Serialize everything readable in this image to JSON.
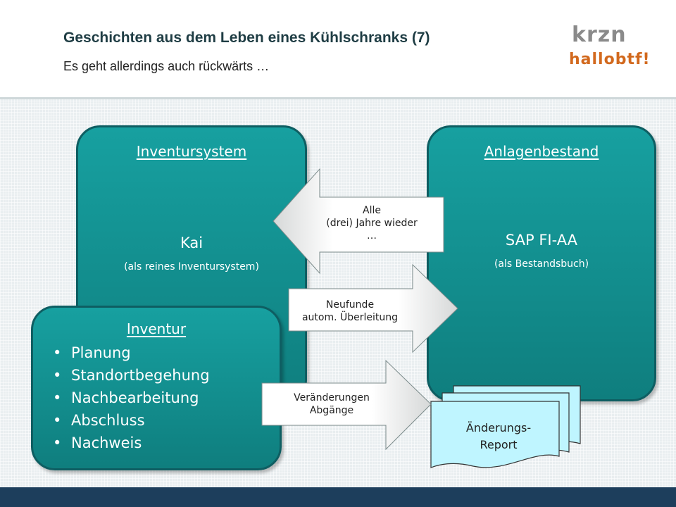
{
  "header": {
    "title": "Geschichten aus dem Leben eines Kühlschranks (7)",
    "subtitle": "Es geht allerdings auch rückwärts …",
    "logo_top": "krzn",
    "logo_bottom": "hallobtf!"
  },
  "boxes": {
    "inventursystem": {
      "title": "Inventursystem",
      "main": "Kai",
      "note": "(als reines Inventursystem)"
    },
    "anlagenbestand": {
      "title": "Anlagenbestand",
      "main": "SAP FI-AA",
      "note": "(als Bestandsbuch)"
    },
    "inventur": {
      "title": "Inventur",
      "items": [
        "Planung",
        "Standortbegehung",
        "Nachbearbeitung",
        "Abschluss",
        "Nachweis"
      ]
    }
  },
  "arrows": {
    "back": {
      "line1": "Alle",
      "line2": "(drei) Jahre wieder",
      "line3": "…"
    },
    "neufunde": {
      "line1": "Neufunde",
      "line2": "autom. Überleitung"
    },
    "veraenderungen": {
      "line1": "Veränderungen",
      "line2": "Abgänge"
    }
  },
  "report": {
    "line1": "Änderungs-",
    "line2": "Report"
  },
  "colors": {
    "box_fill": "#128c8c",
    "box_border": "#0e5e62",
    "report_fill": "#bff5ff",
    "footer_bar": "#1d3e5c",
    "logo_orange": "#d2691e"
  }
}
